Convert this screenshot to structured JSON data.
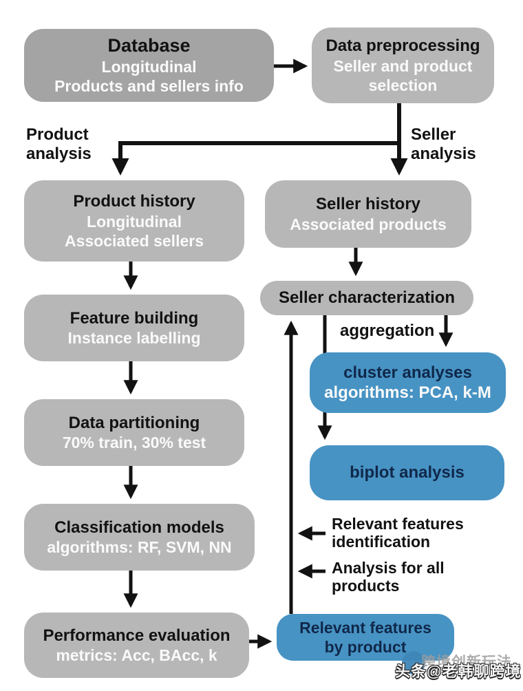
{
  "colors": {
    "box_gray": "#b7b7b7",
    "box_gray_dark": "#a4a4a4",
    "box_blue": "#4793c4",
    "text_black": "#121212",
    "text_white": "#fafafa",
    "text_navy": "#10284a",
    "arrow": "#121212"
  },
  "nodes": {
    "database": {
      "title": "Database",
      "lines": [
        "Longitudinal",
        "Products and sellers info"
      ]
    },
    "preprocessing": {
      "title": "Data preprocessing",
      "lines": [
        "Seller and product",
        "selection"
      ]
    },
    "product_history": {
      "title": "Product history",
      "lines": [
        "Longitudinal",
        "Associated sellers"
      ]
    },
    "feature_building": {
      "title": "Feature building",
      "lines": [
        "Instance labelling"
      ]
    },
    "data_partitioning": {
      "title": "Data partitioning",
      "lines": [
        "70% train, 30% test"
      ]
    },
    "classification_models": {
      "title": "Classification models",
      "lines": [
        "algorithms: RF, SVM, NN"
      ]
    },
    "performance_evaluation": {
      "title": "Performance evaluation",
      "lines": [
        "metrics: Acc, BAcc, k"
      ]
    },
    "seller_history": {
      "title": "Seller history",
      "lines": [
        "Associated products"
      ]
    },
    "seller_characterization": {
      "title": "Seller characterization"
    },
    "cluster_analyses": {
      "title": "cluster analyses",
      "lines": [
        "algorithms: PCA, k-M"
      ]
    },
    "biplot_analysis": {
      "title": "biplot analysis"
    },
    "relevant_features": {
      "title": "Relevant features",
      "line2": "by product"
    }
  },
  "labels": {
    "product_analysis": [
      "Product",
      "analysis"
    ],
    "seller_analysis": [
      "Seller",
      "analysis"
    ],
    "aggregation": "aggregation",
    "relevant_features_identification": [
      "Relevant features",
      "identification"
    ],
    "analysis_for_all": [
      "Analysis for all",
      "products"
    ]
  },
  "watermark": {
    "back": "跨境创新玩法",
    "front": "头条@老韩聊跨境"
  }
}
